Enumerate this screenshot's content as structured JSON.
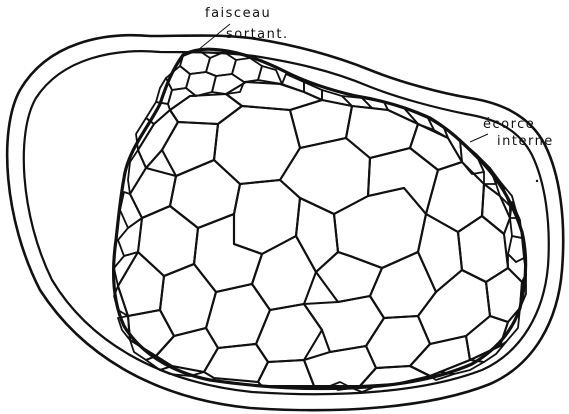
{
  "labels": {
    "outgoing_bundle_line1": "faisceau",
    "outgoing_bundle_line2": "sortant.",
    "inner_cortex_line1": "écorce",
    "inner_cortex_line2": "interne"
  }
}
